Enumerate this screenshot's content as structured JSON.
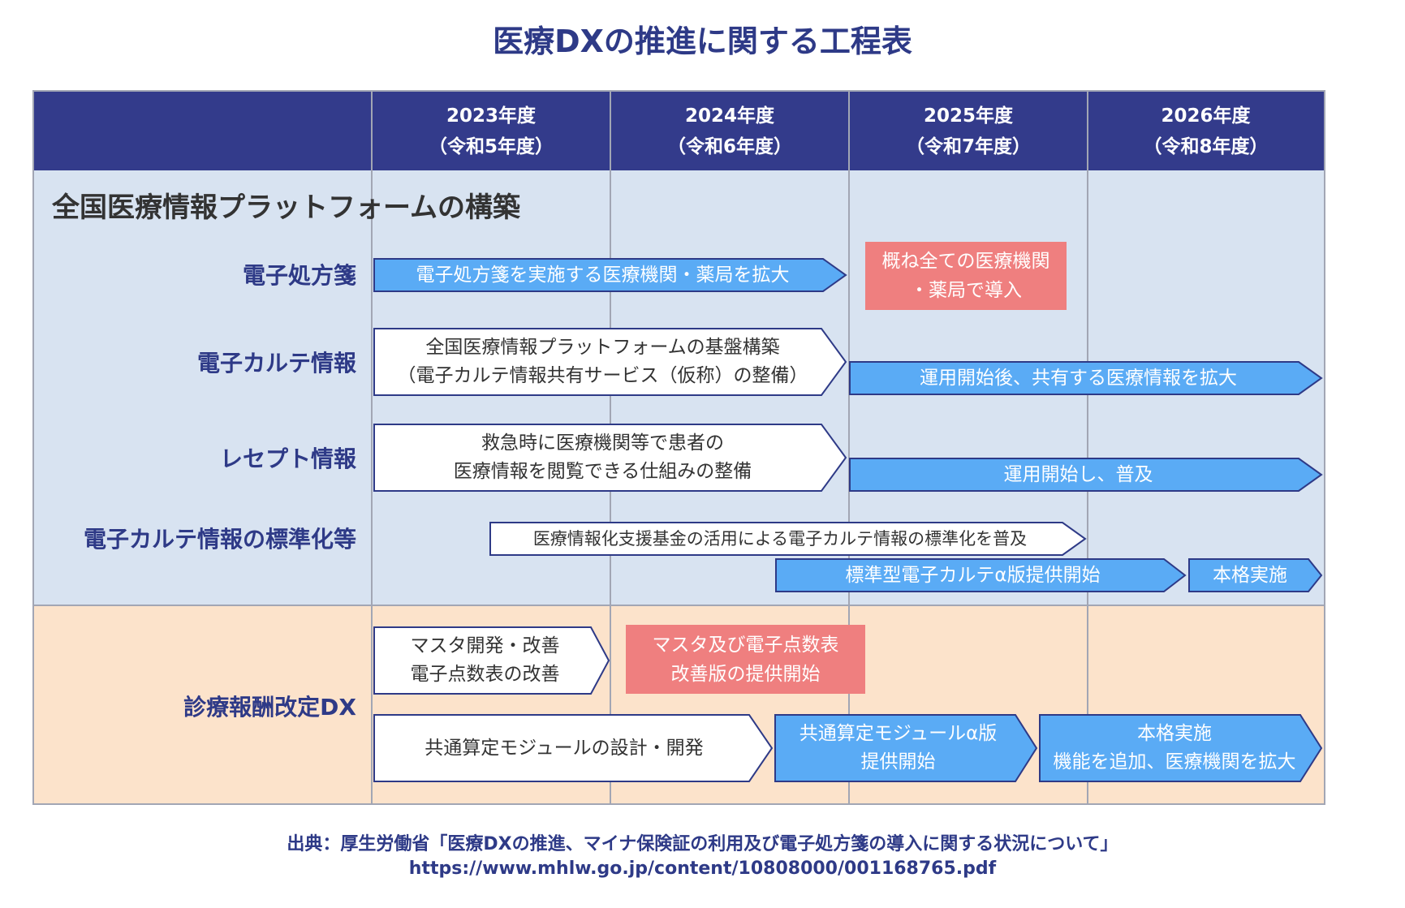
{
  "title": "医療DXの推進に関する工程表",
  "years": [
    {
      "year": "2023年度",
      "era": "（令和5年度）"
    },
    {
      "year": "2024年度",
      "era": "（令和6年度）"
    },
    {
      "year": "2025年度",
      "era": "（令和7年度）"
    },
    {
      "year": "2026年度",
      "era": "（令和8年度）"
    }
  ],
  "platform": {
    "section_title": "全国医療情報プラットフォームの構築",
    "rows": [
      {
        "label": "電子処方箋"
      },
      {
        "label": "電子カルテ情報"
      },
      {
        "label": "レセプト情報"
      },
      {
        "label": "電子カルテ情報の標準化等"
      }
    ],
    "tasks": {
      "eprescription_expand": "電子処方箋を実施する医療機関・薬局を拡大",
      "eprescription_target": "概ね全ての医療機関\n・薬局で導入",
      "emr_base": "全国医療情報プラットフォームの基盤構築\n（電子カルテ情報共有サービス（仮称）の整備）",
      "emr_expand": "運用開始後、共有する医療情報を拡大",
      "receipt_base": "救急時に医療機関等で患者の\n医療情報を閲覧できる仕組みの整備",
      "receipt_expand": "運用開始し、普及",
      "std_spread": "医療情報化支援基金の活用による電子カルテ情報の標準化を普及",
      "std_alpha": "標準型電子カルテα版提供開始",
      "std_full": "本格実施"
    }
  },
  "revision": {
    "label": "診療報酬改定DX",
    "tasks": {
      "master": "マスタ開発・改善\n電子点数表の改善",
      "master_release": "マスタ及び電子点数表\n改善版の提供開始",
      "module_design": "共通算定モジュールの設計・開発",
      "module_alpha": "共通算定モジュールα版\n提供開始",
      "module_full": "本格実施\n機能を追加、医療機関を拡大"
    }
  },
  "source": {
    "line1": "出典：厚生労働省「医療DXの推進、マイナ保険証の利用及び電子処方箋の導入に関する状況について」",
    "line2": "https://www.mhlw.go.jp/content/10808000/001168765.pdf"
  },
  "colors": {
    "header": "#333b8b",
    "section_blue": "#d8e3f1",
    "section_orange": "#fce3cb",
    "arrow_blue": "#5aabf5",
    "arrow_outline": "#2e3a87",
    "milestone_red": "#ef7f7f"
  }
}
